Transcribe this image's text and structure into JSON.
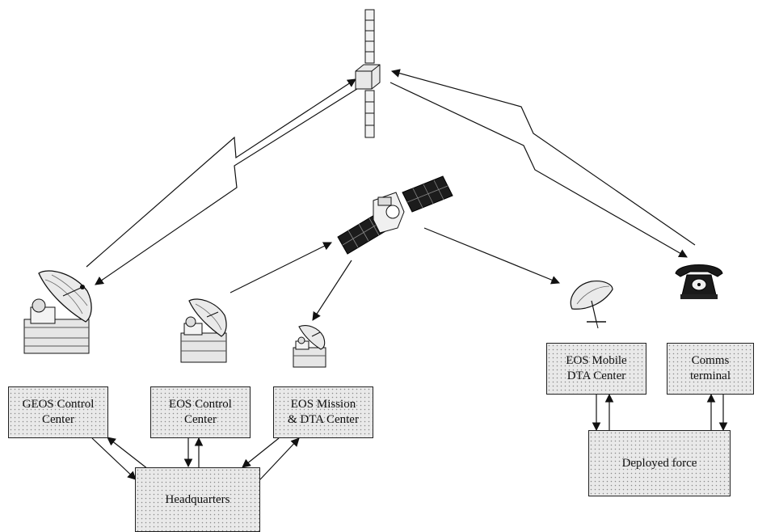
{
  "boxes": {
    "geos_control_center": "GEOS Control\nCenter",
    "eos_control_center": "EOS Control\nCenter",
    "eos_mission_dta_center": "EOS Mission\n& DTA Center",
    "headquarters": "Headquarters",
    "eos_mobile_dta_center": "EOS Mobile\nDTA Center",
    "comms_terminal": "Comms\nterminal",
    "deployed_force": "Deployed force"
  }
}
